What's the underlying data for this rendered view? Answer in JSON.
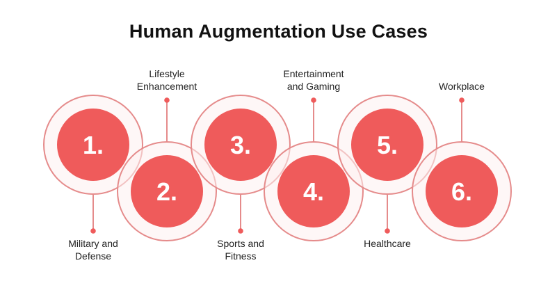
{
  "title": "Human Augmentation Use Cases",
  "colors": {
    "accent": "#ef5b5b",
    "ring": "#e58b8b",
    "ring_fill": "#fdf1f1",
    "text": "#222222"
  },
  "use_cases": [
    {
      "number": "1.",
      "label": [
        "Military and",
        "Defense"
      ],
      "label_side": "bottom"
    },
    {
      "number": "2.",
      "label": [
        "Lifestyle",
        "Enhancement"
      ],
      "label_side": "top"
    },
    {
      "number": "3.",
      "label": [
        "Sports and",
        "Fitness"
      ],
      "label_side": "bottom"
    },
    {
      "number": "4.",
      "label": [
        "Entertainment",
        "and Gaming"
      ],
      "label_side": "top"
    },
    {
      "number": "5.",
      "label": [
        "Healthcare"
      ],
      "label_side": "bottom"
    },
    {
      "number": "6.",
      "label": [
        "Workplace"
      ],
      "label_side": "top"
    }
  ]
}
